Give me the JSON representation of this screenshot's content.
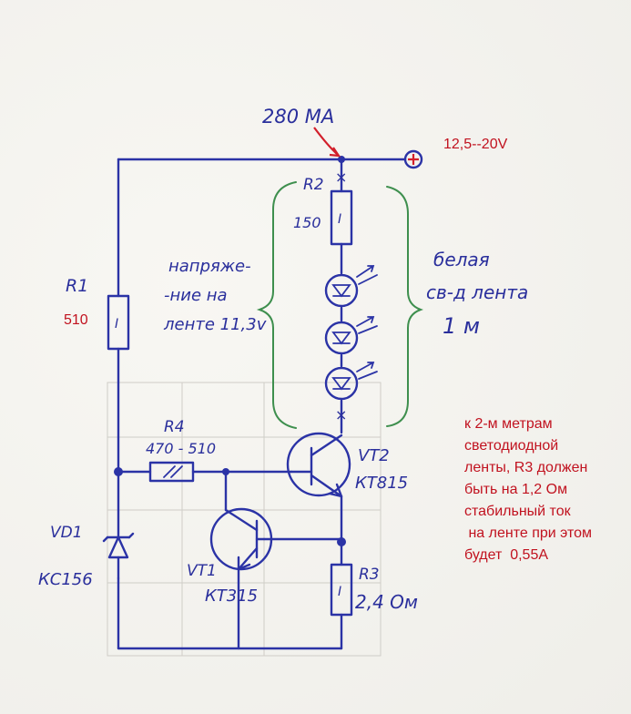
{
  "current_label": "280 МА",
  "supply": {
    "voltage": "12,5--20V",
    "plus_symbol": "+"
  },
  "components": {
    "R1": {
      "name": "R1",
      "value": "510",
      "body_mark": "I"
    },
    "R2": {
      "name": "R2",
      "value": "150",
      "body_mark": "I"
    },
    "R3": {
      "name": "R3",
      "value": "2,4 Ом",
      "body_mark": "I"
    },
    "R4": {
      "name": "R4",
      "value": "470 - 510"
    },
    "VD1": {
      "name": "VD1",
      "value": "КС156"
    },
    "VT1": {
      "name": "VT1",
      "value": "КТ315"
    },
    "VT2": {
      "name": "VT2",
      "value": "КТ815"
    }
  },
  "strip_voltage_label": [
    "напряже-",
    "-ние на",
    "ленте 11,3v"
  ],
  "strip_label": [
    "белая",
    "св-д лента",
    "1 м"
  ],
  "junction_marks": [
    "×",
    "×"
  ],
  "note_lines": [
    "к 2-м метрам",
    "светодиодной",
    "ленты, R3 должен",
    "быть на 1,2 Ом",
    "стабильный ток",
    " на ленте при этом",
    "будет  0,55А"
  ],
  "colors": {
    "ink": "#2b33a6",
    "note": "#c1121f",
    "plus": "#d21f2b",
    "bracket": "#3e8f4e"
  }
}
